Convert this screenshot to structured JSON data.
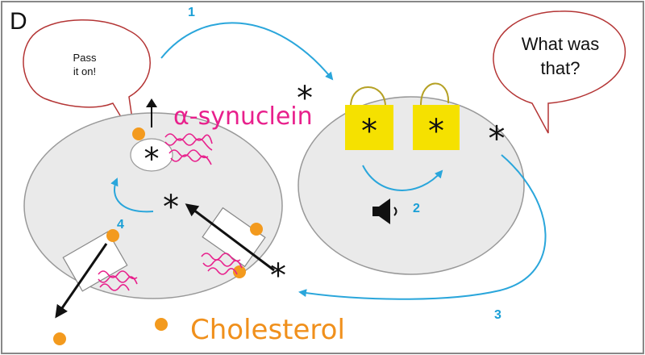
{
  "panel_label": "D",
  "bubble_left": {
    "line1": "Pass",
    "line2": "it on!"
  },
  "bubble_right": {
    "line1": "What was",
    "line2": "that?"
  },
  "label_asyn": "α-synuclein",
  "label_cholesterol": "Cholesterol",
  "steps": [
    "1",
    "2",
    "3",
    "4"
  ],
  "colors": {
    "border": "#888888",
    "bubble_stroke": "#b43535",
    "cell_fill": "#eaeaea",
    "cell_stroke": "#999999",
    "flow_arrow": "#2aa6db",
    "synuclein": "#e8208c",
    "cholesterol": "#f39a1e",
    "lock_body": "#f5e100",
    "lock_shackle": "#b5a125"
  },
  "icons": {
    "asterisk": "asterisk-icon",
    "speaker": "speaker-icon",
    "lock": "padlock-icon"
  }
}
